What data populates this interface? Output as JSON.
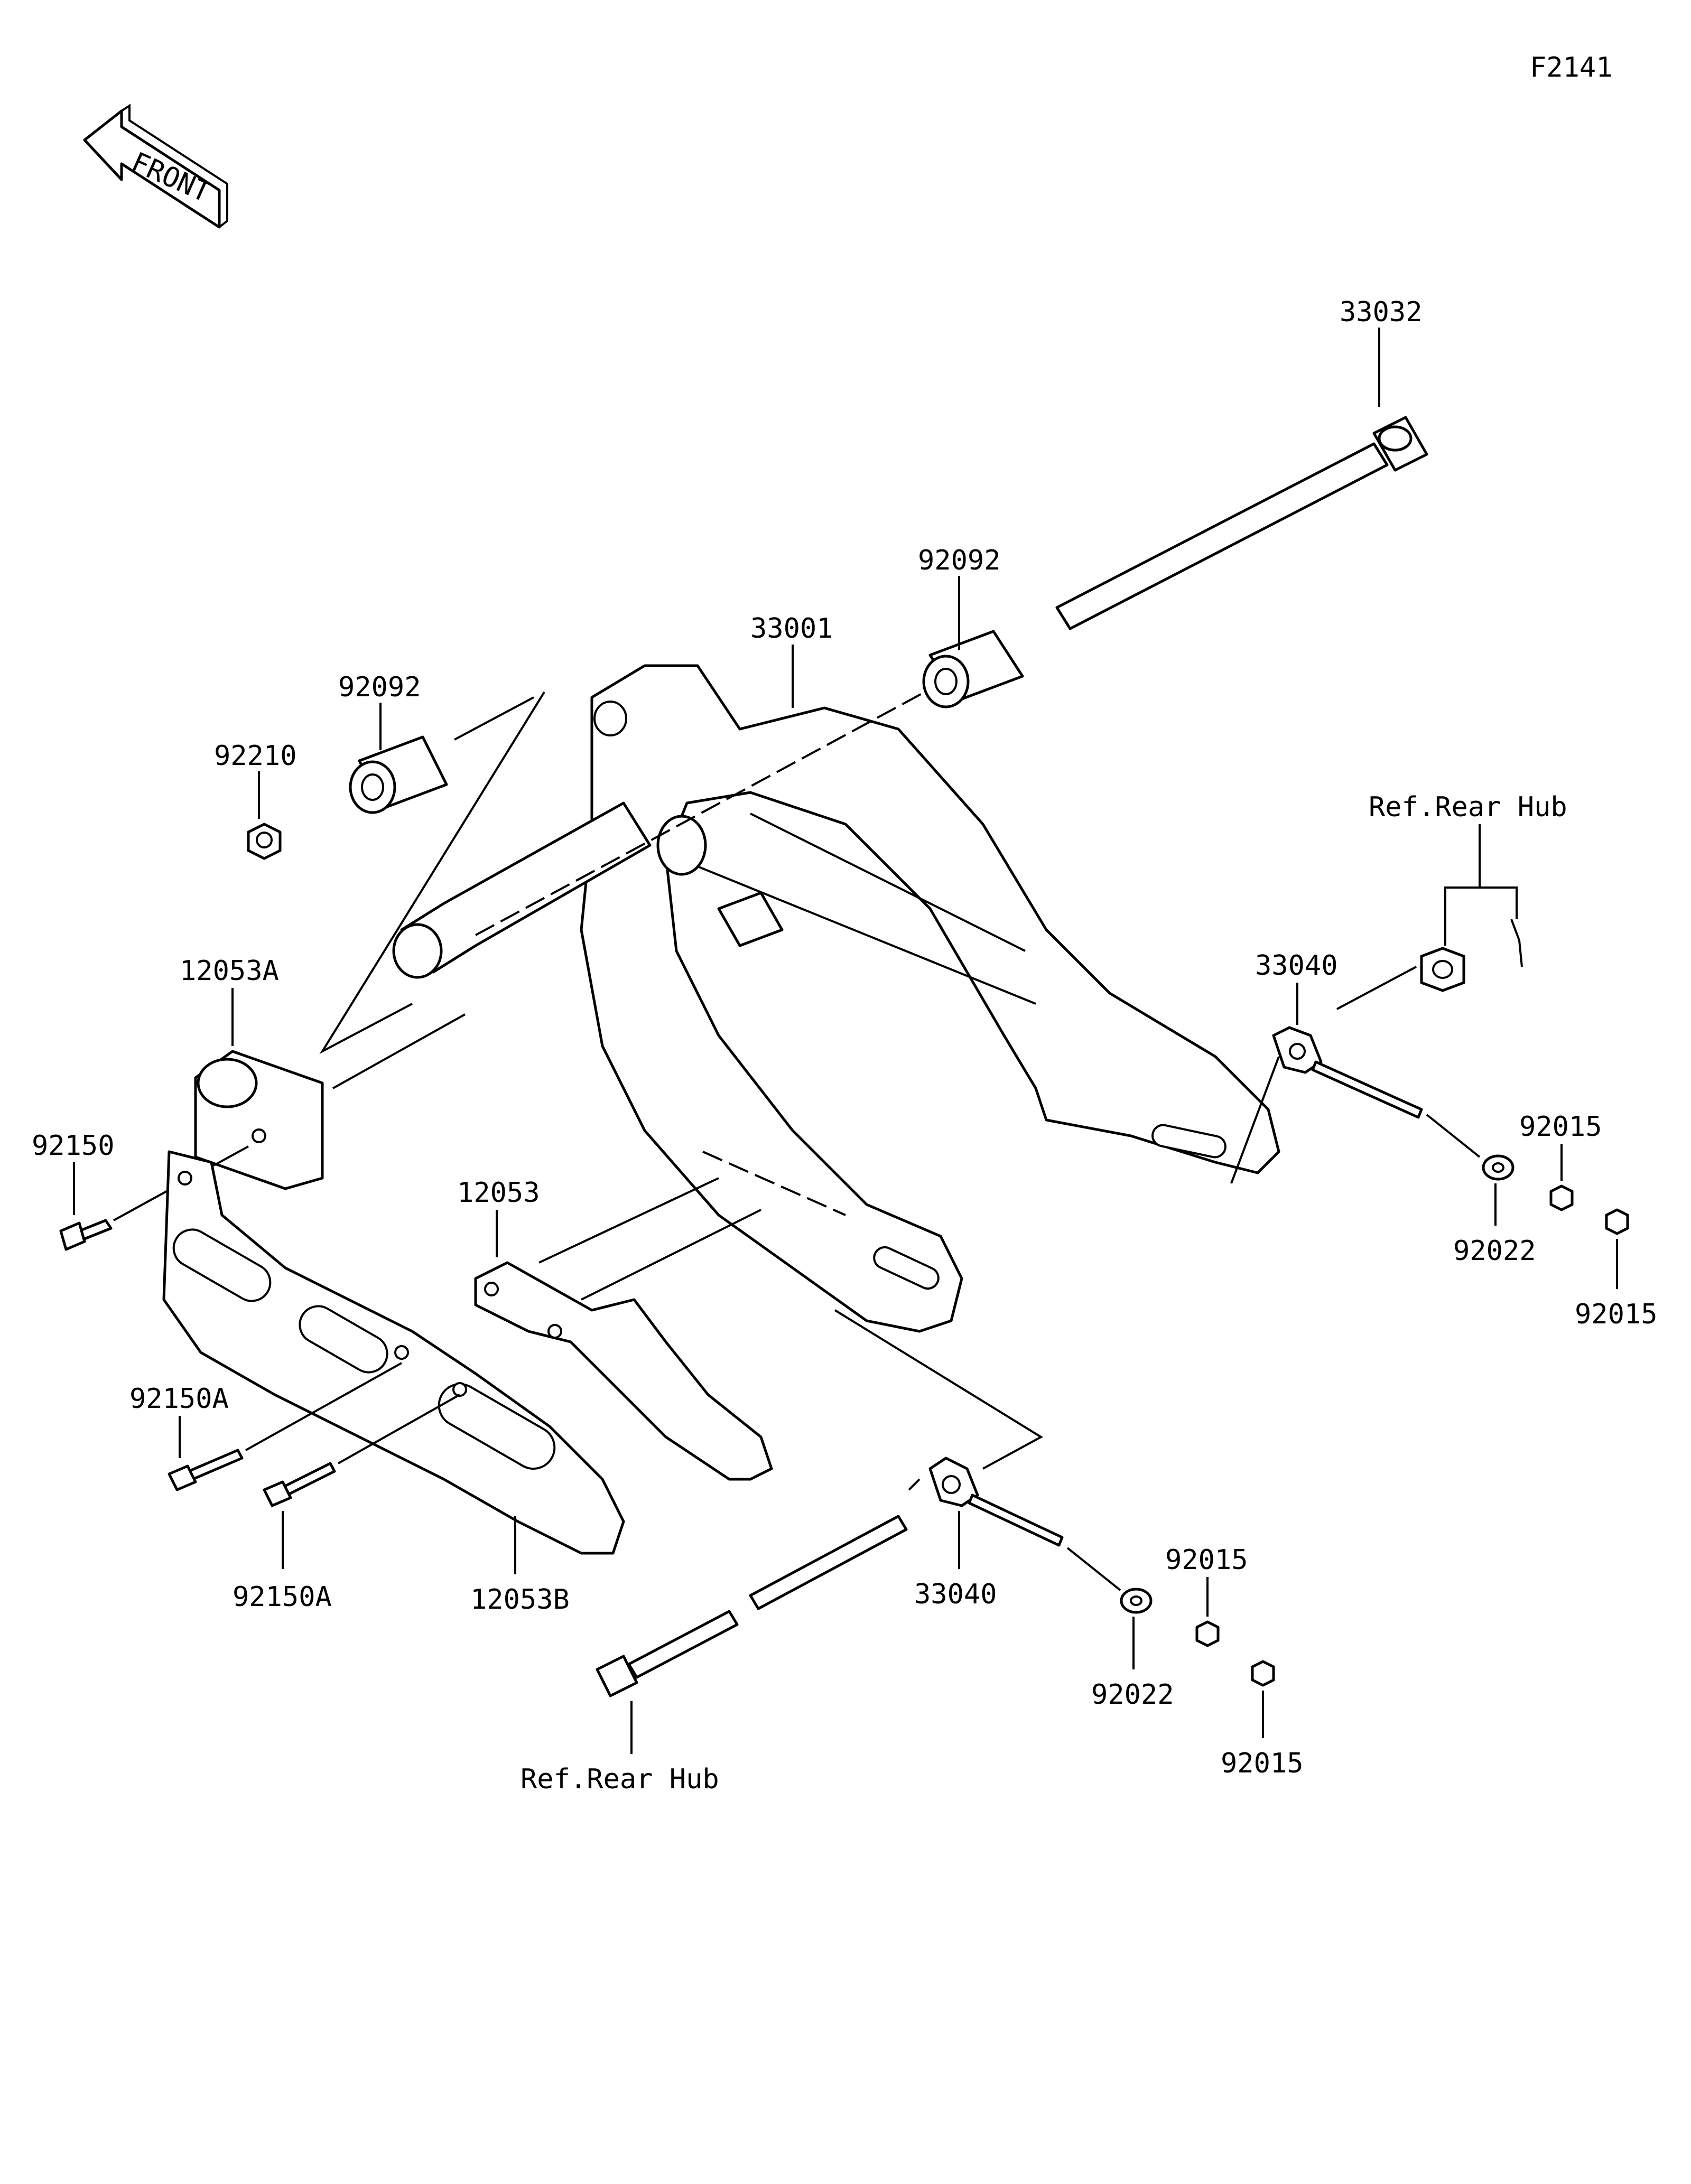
{
  "diagram_code": "F2141",
  "front_arrow": {
    "text": "FRONT",
    "icon": "front-arrow-icon"
  },
  "labels": {
    "p33032": "33032",
    "p92092_right": "92092",
    "p33001": "33001",
    "p92092_left": "92092",
    "p92210": "92210",
    "p12053A": "12053A",
    "p92150": "92150",
    "p12053": "12053",
    "p92150A_upper": "92150A",
    "p92150A_lower": "92150A",
    "p12053B": "12053B",
    "ref_rear_hub_top": "Ref.Rear Hub",
    "p33040_upper": "33040",
    "p92015_a": "92015",
    "p92022_upper": "92022",
    "p92015_b": "92015",
    "p33040_lower": "33040",
    "p92015_c": "92015",
    "p92022_lower": "92022",
    "p92015_d": "92015",
    "ref_rear_hub_bottom": "Ref.Rear Hub"
  }
}
